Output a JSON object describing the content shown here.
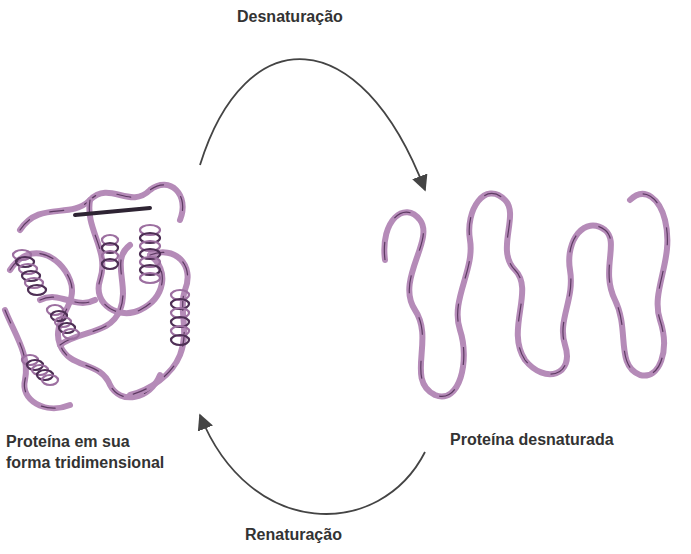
{
  "diagram": {
    "nodes": [
      {
        "text": [
          "Proteína em sua forma tridimensional"
        ]
      },
      {
        "text": [
          "Proteína desnaturada"
        ]
      }
    ],
    "edges": [
      {
        "from": 0,
        "to": 1,
        "label": "Desnaturação",
        "arrow": "to"
      },
      {
        "from": 1,
        "to": 0,
        "label": "Renaturação",
        "arrow": "to"
      }
    ]
  }
}
